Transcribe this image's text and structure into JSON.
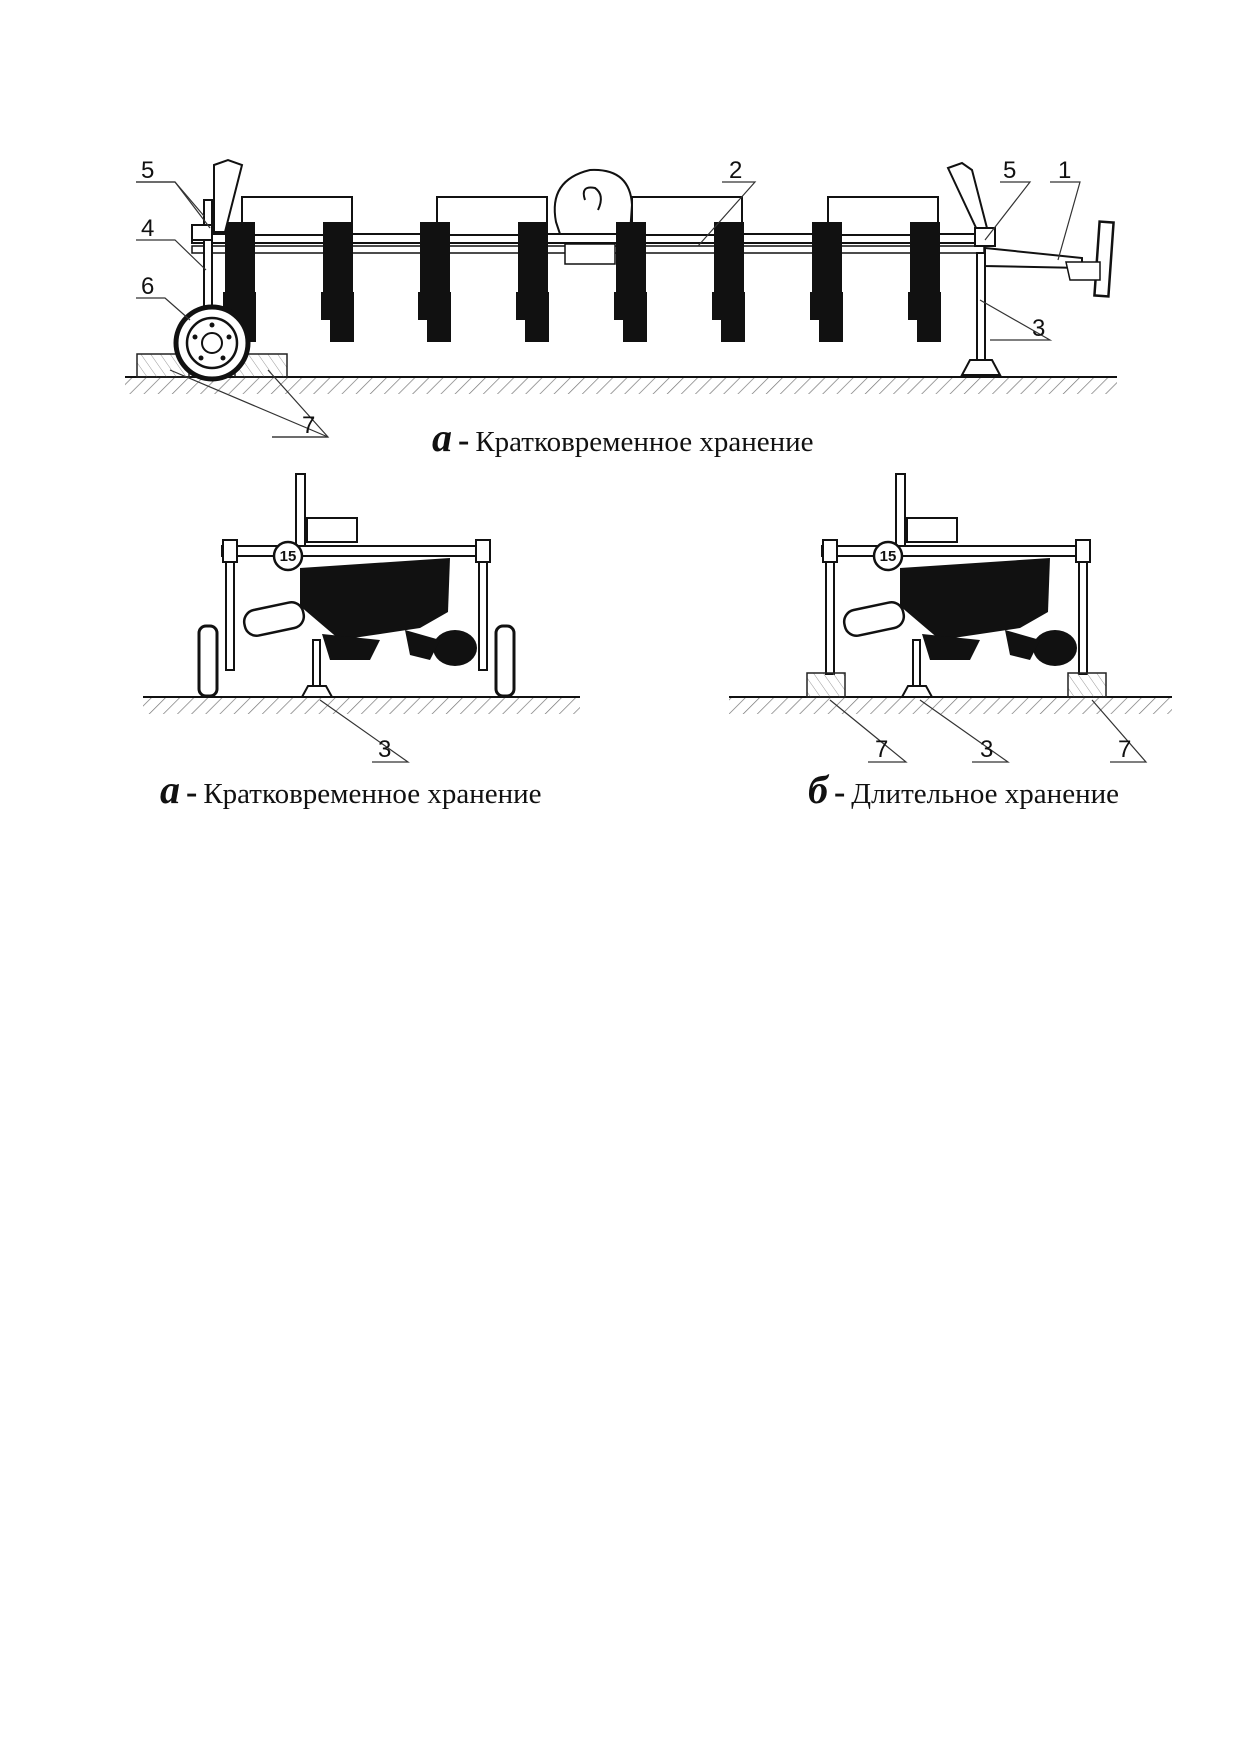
{
  "figure_top": {
    "callouts": [
      "5",
      "4",
      "6",
      "2",
      "5",
      "1",
      "3",
      "7"
    ],
    "caption": {
      "letter": "а",
      "dash": "-",
      "text": "Кратковременное хранение"
    }
  },
  "figure_left": {
    "plate_label": "15",
    "callouts": [
      "3"
    ],
    "caption": {
      "letter": "а",
      "dash": "-",
      "text": "Кратковременное хранение"
    }
  },
  "figure_right": {
    "plate_label": "15",
    "callouts": [
      "7",
      "3",
      "7"
    ],
    "caption": {
      "letter": "б",
      "dash": "-",
      "text": "Длительное хранение"
    }
  }
}
